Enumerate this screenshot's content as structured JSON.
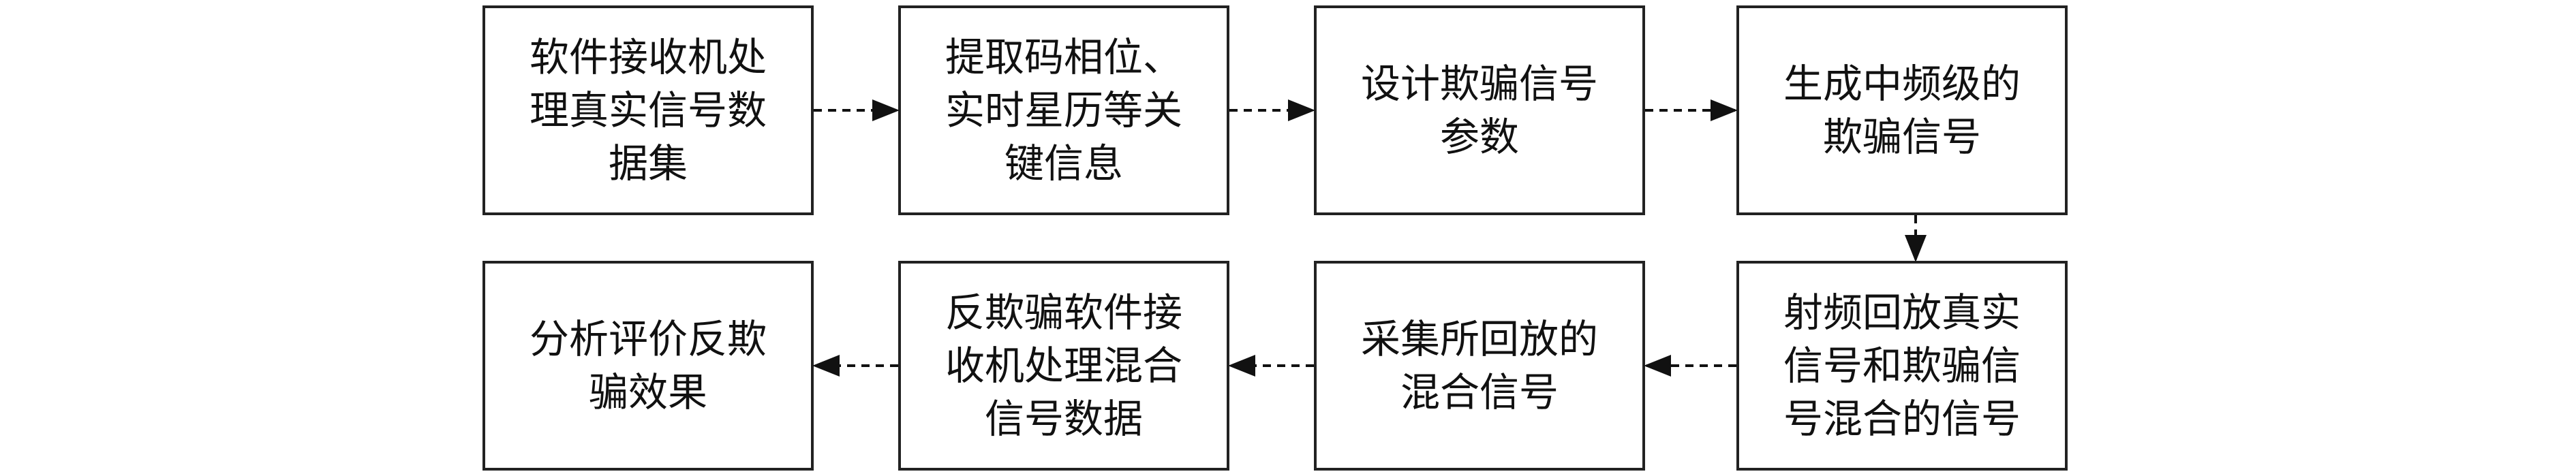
{
  "diagram": {
    "nodes": [
      {
        "id": "n1",
        "lines": [
          "软件接收机处",
          "理真实信号数",
          "据集"
        ]
      },
      {
        "id": "n2",
        "lines": [
          "提取码相位、",
          "实时星历等关",
          "键信息"
        ]
      },
      {
        "id": "n3",
        "lines": [
          "设计欺骗信号",
          "参数"
        ]
      },
      {
        "id": "n4",
        "lines": [
          "生成中频级的",
          "欺骗信号"
        ]
      },
      {
        "id": "n5",
        "lines": [
          "射频回放真实",
          "信号和欺骗信",
          "号混合的信号"
        ]
      },
      {
        "id": "n6",
        "lines": [
          "采集所回放的",
          "混合信号"
        ]
      },
      {
        "id": "n7",
        "lines": [
          "反欺骗软件接",
          "收机处理混合",
          "信号数据"
        ]
      },
      {
        "id": "n8",
        "lines": [
          "分析评价反欺",
          "骗效果"
        ]
      }
    ],
    "edges": [
      {
        "from": "n1",
        "to": "n2",
        "style": "dashed"
      },
      {
        "from": "n2",
        "to": "n3",
        "style": "dashed"
      },
      {
        "from": "n3",
        "to": "n4",
        "style": "dashed"
      },
      {
        "from": "n4",
        "to": "n5",
        "style": "dashed"
      },
      {
        "from": "n5",
        "to": "n6",
        "style": "dashed"
      },
      {
        "from": "n6",
        "to": "n7",
        "style": "dashed"
      },
      {
        "from": "n7",
        "to": "n8",
        "style": "dashed"
      }
    ]
  }
}
